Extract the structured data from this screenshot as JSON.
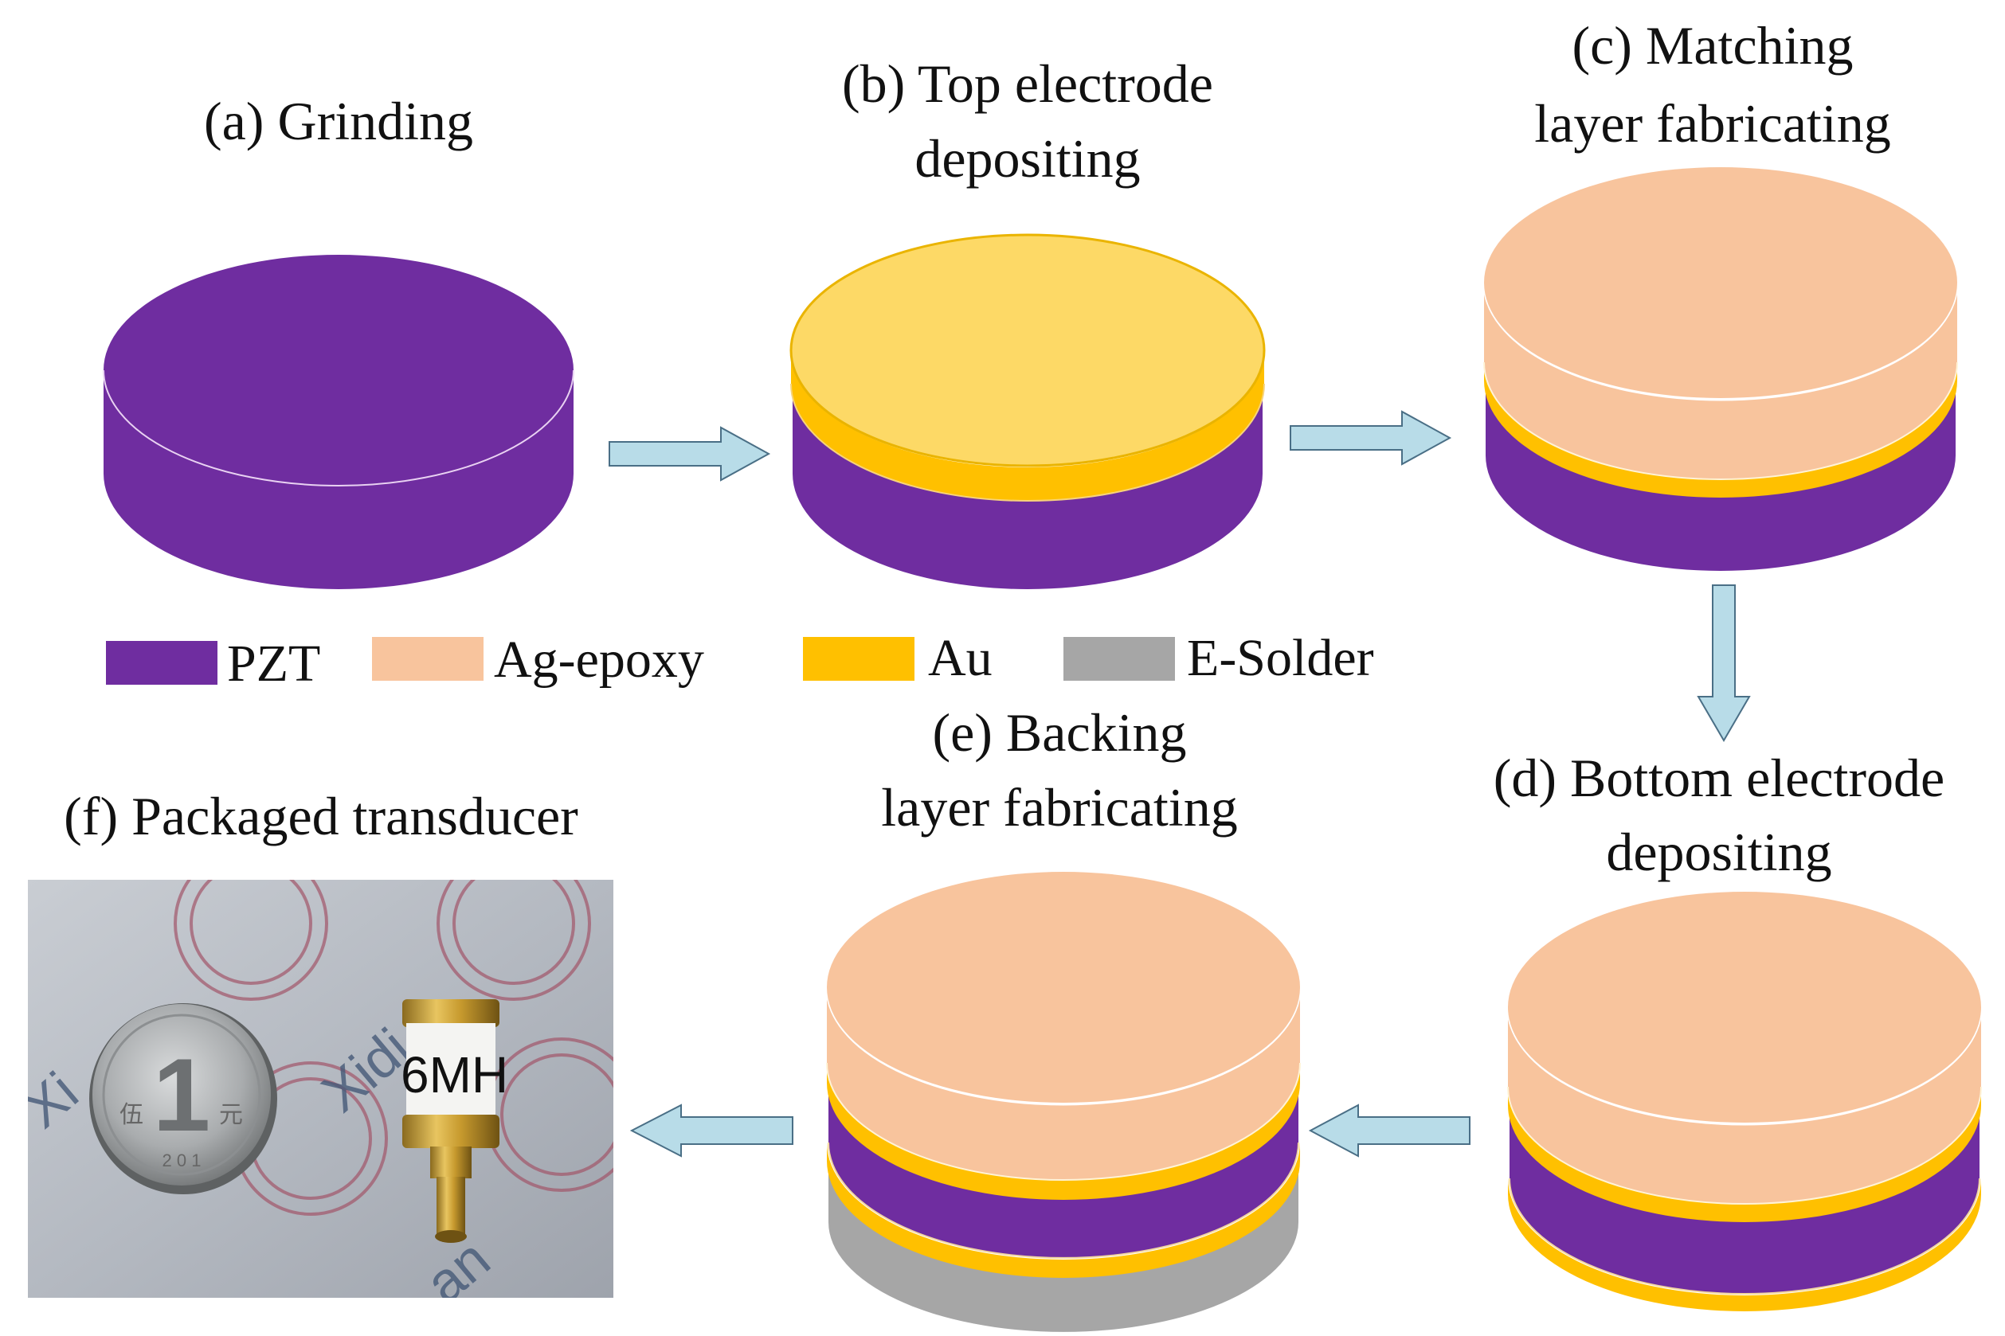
{
  "steps": {
    "a": {
      "line1": "(a) Grinding"
    },
    "b": {
      "line1": "(b) Top electrode",
      "line2": "depositing"
    },
    "c": {
      "line1": "(c) Matching",
      "line2": "layer fabricating"
    },
    "d": {
      "line1": "(d) Bottom electrode",
      "line2": "depositing"
    },
    "e": {
      "line1": "(e) Backing",
      "line2": "layer fabricating"
    },
    "f": {
      "line1": "(f) Packaged transducer"
    }
  },
  "legend": {
    "pzt": "PZT",
    "ag_epoxy": "Ag-epoxy",
    "au": "Au",
    "e_solder": "E-Solder"
  },
  "photo": {
    "coin_value": "1",
    "coin_left_char": "伍",
    "coin_right_char": "元",
    "coin_year": "2 0 1",
    "sticker_text": "6MH",
    "watermark_1": "Xi",
    "watermark_2": "Xidi",
    "watermark_3": "an"
  },
  "colors": {
    "pzt": "#6F2DA0",
    "ag_epoxy": "#F8C49D",
    "au": "#FFC000",
    "au_top": "#FDD966",
    "e_solder": "#A6A6A6",
    "arrow": "#B8DCE8",
    "arrow_stroke": "#4A6F86"
  }
}
